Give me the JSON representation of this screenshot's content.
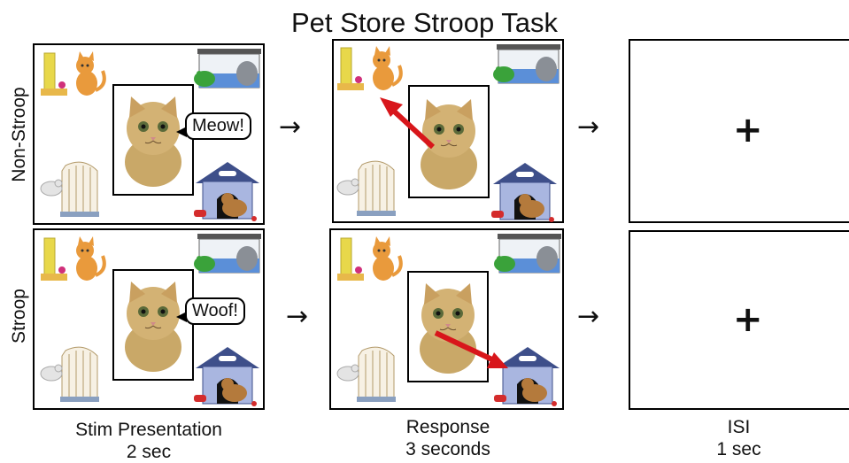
{
  "title": "Pet Store Stroop Task",
  "rows": [
    {
      "label": "Non-Stroop",
      "bubble": "Meow!"
    },
    {
      "label": "Stroop",
      "bubble": "Woof!"
    }
  ],
  "columns": [
    {
      "caption_line1": "Stim Presentation",
      "caption_line2": "2 sec"
    },
    {
      "caption_line1": "Response",
      "caption_line2": "3 seconds"
    },
    {
      "caption_line1": "ISI",
      "caption_line2": "1 sec"
    }
  ],
  "flow_arrow": "→",
  "fixation": "+",
  "icons": [
    "cat-scratch-post-icon",
    "frog-tank-icon",
    "bird-cage-icon",
    "dog-house-icon",
    "kitten-icon",
    "response-arrow-icon"
  ],
  "colors": {
    "response_arrow": "#d8161b"
  }
}
